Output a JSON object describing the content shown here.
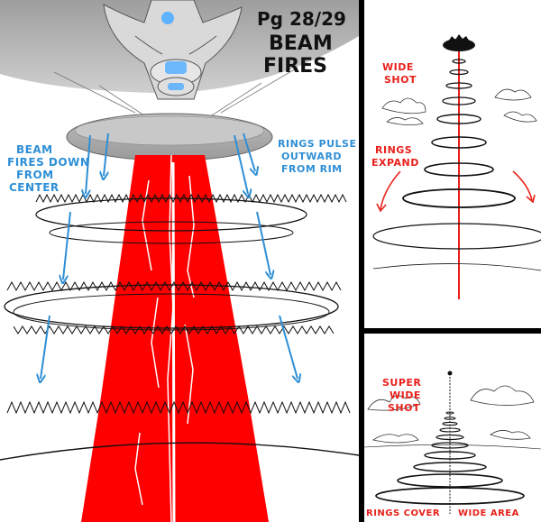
{
  "header": {
    "page_number": "Pg 28/29",
    "title_line1": "BEAM",
    "title_line2": "FIRES"
  },
  "main_panel": {
    "note_left": [
      "BEAM",
      "FIRES DOWN",
      "FROM",
      "CENTER"
    ],
    "note_right": [
      "RINGS PULSE",
      "OUTWARD",
      "FROM RIM"
    ]
  },
  "wide_panel": {
    "label": [
      "WIDE",
      "SHOT"
    ],
    "note": [
      "RINGS",
      "EXPAND"
    ]
  },
  "super_panel": {
    "label": [
      "SUPER",
      "WIDE",
      "SHOT"
    ],
    "caption_left": "RINGS COVER",
    "caption_right": "WIDE AREA"
  },
  "colors": {
    "beam_red": "#ff0000",
    "annotation_blue": "#2e8fd6",
    "annotation_red": "#e8201a",
    "ship_gray": "#b9b9b9"
  }
}
